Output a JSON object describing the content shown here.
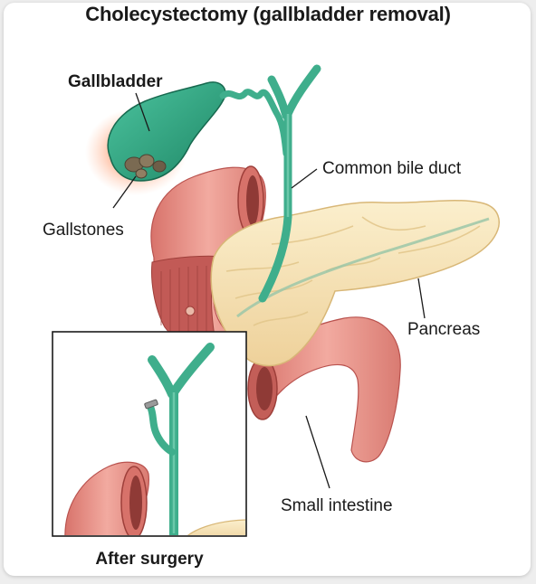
{
  "title": "Cholecystectomy (gallbladder removal)",
  "labels": {
    "gallbladder": "Gallbladder",
    "gallstones": "Gallstones",
    "common_bile_duct": "Common bile duct",
    "pancreas": "Pancreas",
    "small_intestine": "Small intestine"
  },
  "inset": {
    "caption": "After surgery"
  },
  "colors": {
    "bile_duct": "#3fae8c",
    "intestine": "#e58f86",
    "intestine_inner": "#b9524e",
    "pancreas": "#f6e2b1",
    "stones": "#7a6a52",
    "glow": "#ff7a45"
  }
}
